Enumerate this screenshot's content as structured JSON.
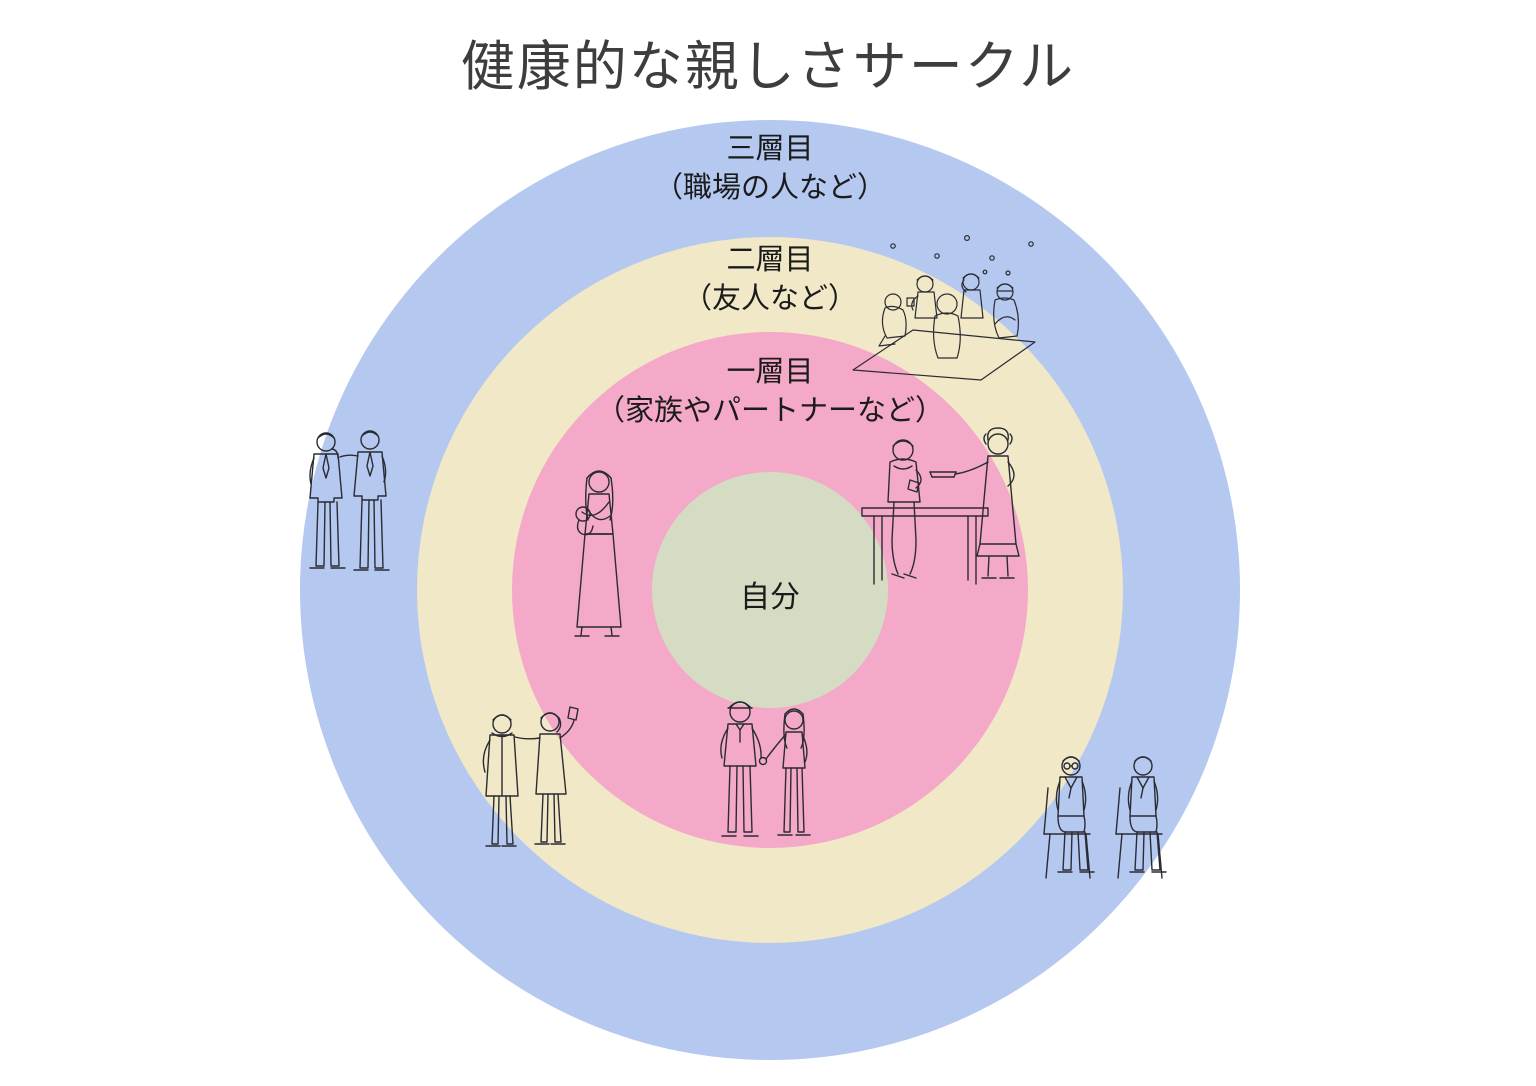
{
  "page": {
    "title": "健康的な親しさサークル"
  },
  "colors": {
    "background": "#ffffff",
    "title_text": "#3d3d3d",
    "label_text": "#1b1b1b",
    "line_art": "#2b2b33",
    "layer3_fill": "#b4c8f0",
    "layer2_fill": "#f0e8c6",
    "layer1_fill": "#f3a9c7",
    "center_fill": "#d6dcc3"
  },
  "layers": [
    {
      "label": "三層目",
      "sublabel": "（職場の人など）"
    },
    {
      "label": "二層目",
      "sublabel": "（友人など）"
    },
    {
      "label": "一層目",
      "sublabel": "（家族やパートナーなど）"
    },
    {
      "label": "自分",
      "sublabel": ""
    }
  ],
  "illustrations": [
    {
      "name": "picnic-group-illustration"
    },
    {
      "name": "coworkers-standing-pair-illustration"
    },
    {
      "name": "mother-holding-baby-illustration"
    },
    {
      "name": "family-at-table-illustration"
    },
    {
      "name": "couple-holding-hands-illustration"
    },
    {
      "name": "friends-pair-illustration"
    },
    {
      "name": "men-seated-on-chairs-illustration"
    }
  ]
}
